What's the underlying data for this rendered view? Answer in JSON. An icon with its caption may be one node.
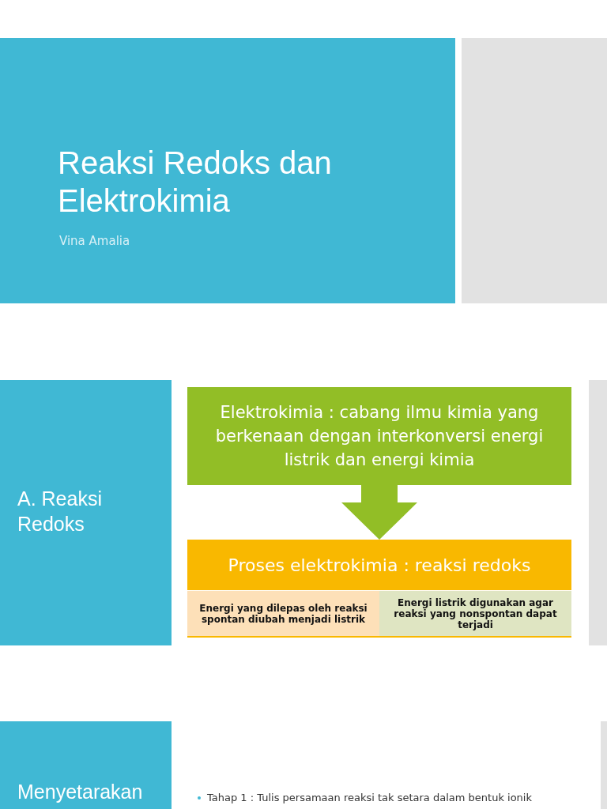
{
  "diagram": {
    "title": "Reaksi Redoks dan Elektrokimia",
    "nodes": [
      {
        "text": [
          "Elektrokimia : cabang ilmu kimia yang berkenaan dengan interkonversi energi listrik dan energi kimia"
        ]
      },
      {
        "text": [
          "Proses elektrokimia : reaksi redoks"
        ]
      },
      {
        "text": [
          "Energi yang dilepas oleh reaksi spontan diubah menjadi listrik"
        ]
      },
      {
        "text": [
          "Energi listrik digunakan agar reaksi yang nonspontan dapat terjadi"
        ]
      }
    ],
    "edges": [
      {
        "from": 0,
        "to": 1,
        "arrow": "to"
      }
    ],
    "labels": [
      "Vina Amalia",
      "A. Reaksi Redoks",
      "Menyetarakan",
      "Tahap 1 : Tulis persamaan reaksi tak setara dalam bentuk ionik"
    ]
  }
}
